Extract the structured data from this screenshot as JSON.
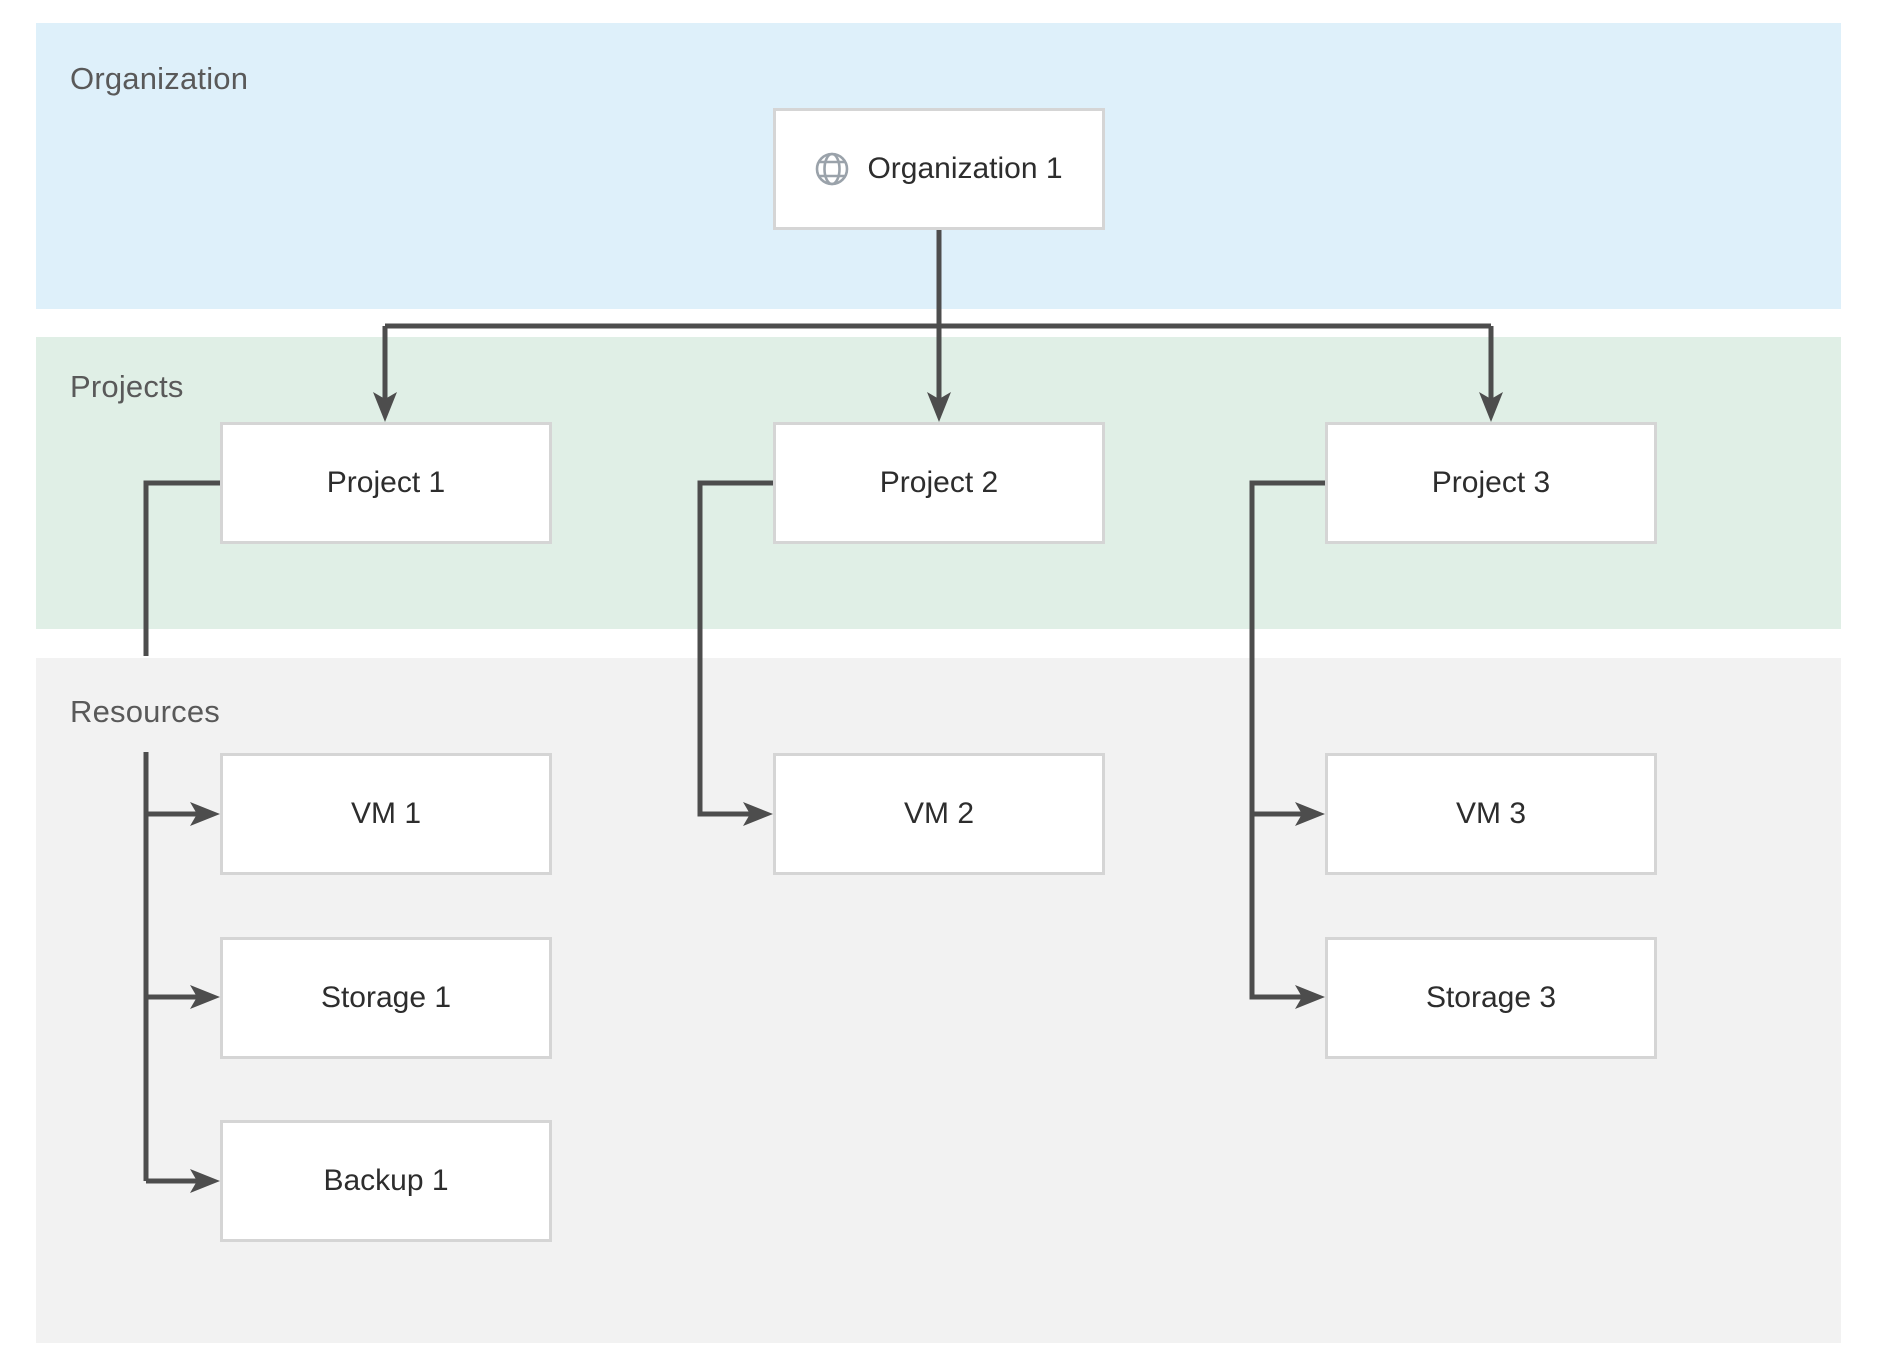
{
  "bands": {
    "organization": {
      "label": "Organization"
    },
    "projects": {
      "label": "Projects"
    },
    "resources": {
      "label": "Resources"
    }
  },
  "nodes": {
    "organization_1": {
      "label": "Organization 1",
      "icon": "globe-icon"
    },
    "project_1": {
      "label": "Project 1"
    },
    "project_2": {
      "label": "Project 2"
    },
    "project_3": {
      "label": "Project 3"
    },
    "vm_1": {
      "label": "VM 1"
    },
    "vm_2": {
      "label": "VM 2"
    },
    "vm_3": {
      "label": "VM 3"
    },
    "storage_1": {
      "label": "Storage 1"
    },
    "storage_3": {
      "label": "Storage 3"
    },
    "backup_1": {
      "label": "Backup 1"
    }
  },
  "edges": [
    {
      "from": "organization_1",
      "to": "project_1"
    },
    {
      "from": "organization_1",
      "to": "project_2"
    },
    {
      "from": "organization_1",
      "to": "project_3"
    },
    {
      "from": "project_1",
      "to": "vm_1"
    },
    {
      "from": "project_1",
      "to": "storage_1"
    },
    {
      "from": "project_1",
      "to": "backup_1"
    },
    {
      "from": "project_2",
      "to": "vm_2"
    },
    {
      "from": "project_3",
      "to": "vm_3"
    },
    {
      "from": "project_3",
      "to": "storage_3"
    }
  ],
  "colors": {
    "band_organization": "#def0fa",
    "band_projects": "#e0efe6",
    "band_resources": "#f2f2f2",
    "node_fill": "#ffffff",
    "node_border": "#d5d5d5",
    "connector": "#4d4d4d",
    "band_label_text": "#595959",
    "node_label_text": "#2d2d2d",
    "icon_gray": "#9aa2aa"
  }
}
